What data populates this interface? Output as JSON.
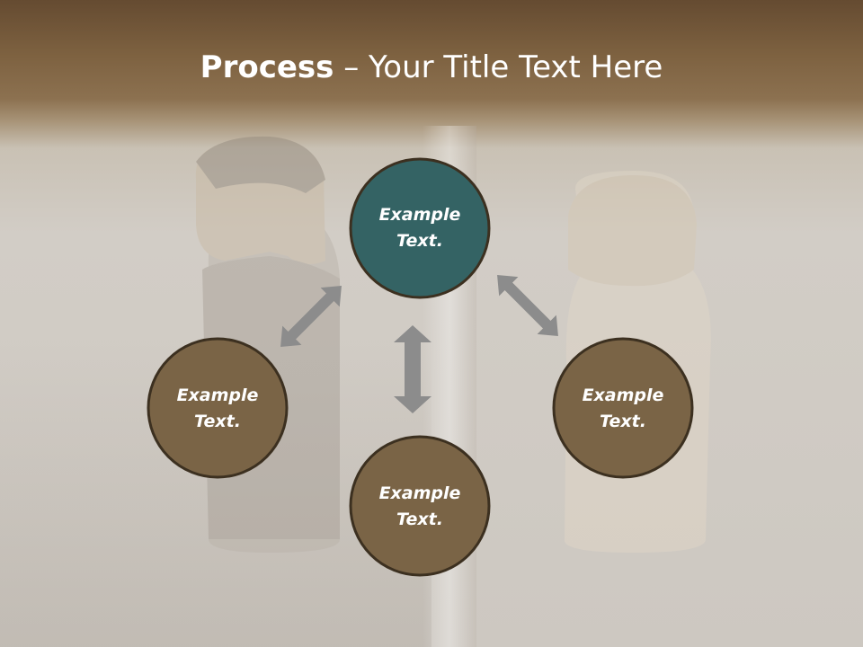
{
  "title": {
    "bold": "Process",
    "dash": " – ",
    "rest": "Your Title Text Here"
  },
  "nodes": [
    {
      "id": "top",
      "line1": "Example",
      "line2": "Text.",
      "fill": "#346364"
    },
    {
      "id": "left",
      "line1": "Example",
      "line2": "Text.",
      "fill": "#7a6446"
    },
    {
      "id": "right",
      "line1": "Example",
      "line2": "Text.",
      "fill": "#7a6446"
    },
    {
      "id": "bottom",
      "line1": "Example",
      "line2": "Text.",
      "fill": "#7a6446"
    }
  ],
  "colors": {
    "node_border": "#3c3020",
    "arrow": "#8c8c8c"
  }
}
